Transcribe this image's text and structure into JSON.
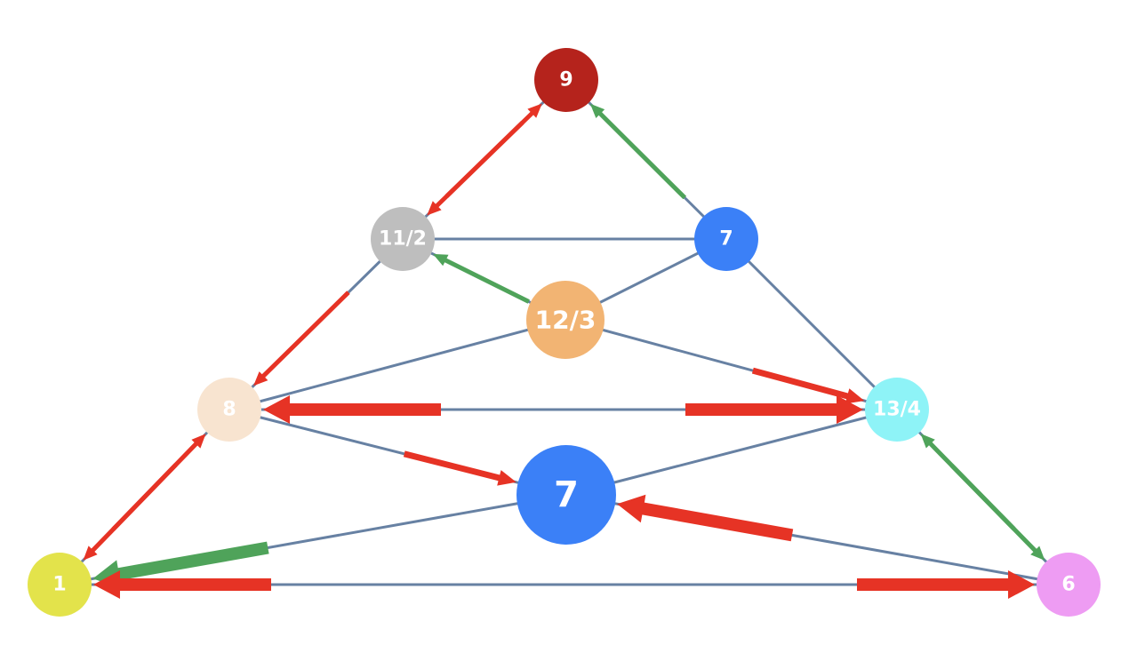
{
  "colors": {
    "edge": "#6781a3",
    "arrow_red": "#e63325",
    "arrow_green": "#4fa35a"
  },
  "nodes": [
    {
      "id": "top",
      "label": "9",
      "color": "#b5231c"
    },
    {
      "id": "upper-left",
      "label": "11/2",
      "color": "#bebebe"
    },
    {
      "id": "upper-right",
      "label": "7",
      "color": "#3b80f7"
    },
    {
      "id": "center",
      "label": "12/3",
      "color": "#f2b473"
    },
    {
      "id": "mid-left",
      "label": "8",
      "color": "#f8e4d0"
    },
    {
      "id": "mid-right",
      "label": "13/4",
      "color": "#8ef3f7"
    },
    {
      "id": "lower-center",
      "label": "7",
      "color": "#3b80f7"
    },
    {
      "id": "bottom-left",
      "label": "1",
      "color": "#e3e34b"
    },
    {
      "id": "bottom-right",
      "label": "6",
      "color": "#ee9cf3"
    }
  ],
  "edges": [
    [
      "top",
      "upper-left"
    ],
    [
      "top",
      "upper-right"
    ],
    [
      "upper-left",
      "upper-right"
    ],
    [
      "upper-left",
      "mid-left"
    ],
    [
      "upper-left",
      "center"
    ],
    [
      "upper-right",
      "center"
    ],
    [
      "upper-right",
      "mid-right"
    ],
    [
      "center",
      "mid-left"
    ],
    [
      "center",
      "mid-right"
    ],
    [
      "mid-left",
      "mid-right"
    ],
    [
      "mid-left",
      "lower-center"
    ],
    [
      "mid-left",
      "bottom-left"
    ],
    [
      "mid-right",
      "lower-center"
    ],
    [
      "mid-right",
      "bottom-right"
    ],
    [
      "lower-center",
      "bottom-left"
    ],
    [
      "lower-center",
      "bottom-right"
    ],
    [
      "bottom-left",
      "bottom-right"
    ]
  ],
  "arrows": [
    {
      "from": "upper-left",
      "to": "top",
      "color": "red",
      "weight": "thin"
    },
    {
      "from": "top",
      "to": "upper-left",
      "color": "red",
      "weight": "thin"
    },
    {
      "from": "upper-right",
      "to": "top",
      "color": "green",
      "weight": "thin"
    },
    {
      "from": "center",
      "to": "upper-left",
      "color": "green",
      "weight": "thin"
    },
    {
      "from": "upper-left",
      "to": "mid-left",
      "color": "red",
      "weight": "thin"
    },
    {
      "from": "center",
      "to": "mid-right",
      "color": "red",
      "weight": "medium"
    },
    {
      "from": "mid-right",
      "to": "mid-left",
      "color": "red",
      "weight": "thick"
    },
    {
      "from": "mid-left",
      "to": "mid-right",
      "color": "red",
      "weight": "thick"
    },
    {
      "from": "mid-left",
      "to": "lower-center",
      "color": "red",
      "weight": "medium"
    },
    {
      "from": "mid-left",
      "to": "bottom-left",
      "color": "red",
      "weight": "thin"
    },
    {
      "from": "bottom-left",
      "to": "mid-left",
      "color": "red",
      "weight": "thin"
    },
    {
      "from": "lower-center",
      "to": "bottom-left",
      "color": "green",
      "weight": "thick"
    },
    {
      "from": "bottom-right",
      "to": "lower-center",
      "color": "red",
      "weight": "thick"
    },
    {
      "from": "mid-right",
      "to": "bottom-right",
      "color": "green",
      "weight": "thin"
    },
    {
      "from": "bottom-right",
      "to": "mid-right",
      "color": "green",
      "weight": "thin"
    },
    {
      "from": "bottom-right",
      "to": "bottom-left",
      "color": "red",
      "weight": "thick"
    },
    {
      "from": "bottom-left",
      "to": "bottom-right",
      "color": "red",
      "weight": "thick"
    }
  ]
}
